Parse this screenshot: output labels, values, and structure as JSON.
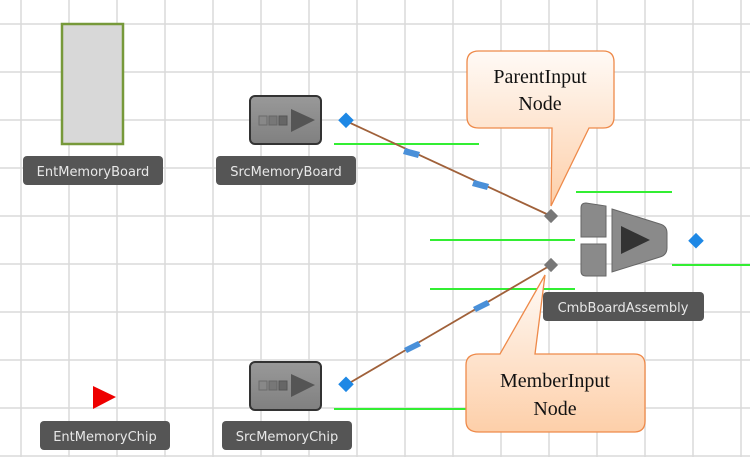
{
  "objects": {
    "ent_memory_board": "EntMemoryBoard",
    "src_memory_board": "SrcMemoryBoard",
    "cmb_board_assembly": "CmbBoardAssembly",
    "ent_memory_chip": "EntMemoryChip",
    "src_memory_chip": "SrcMemoryChip"
  },
  "callouts": {
    "parent_input": [
      "ParentInput",
      "Node"
    ],
    "member_input": [
      "MemberInput",
      "Node"
    ]
  },
  "colors": {
    "grid": "#d9d9d9",
    "label_bg": "#555555",
    "node_blue": "#1e88e5",
    "connector": "#a0613a",
    "green_line": "#33ee33",
    "entity_border": "#77993a",
    "entity_arrow": "#ee0000",
    "callout_border": "#ee8a4a",
    "callout_fill": "#fdd4b4"
  }
}
